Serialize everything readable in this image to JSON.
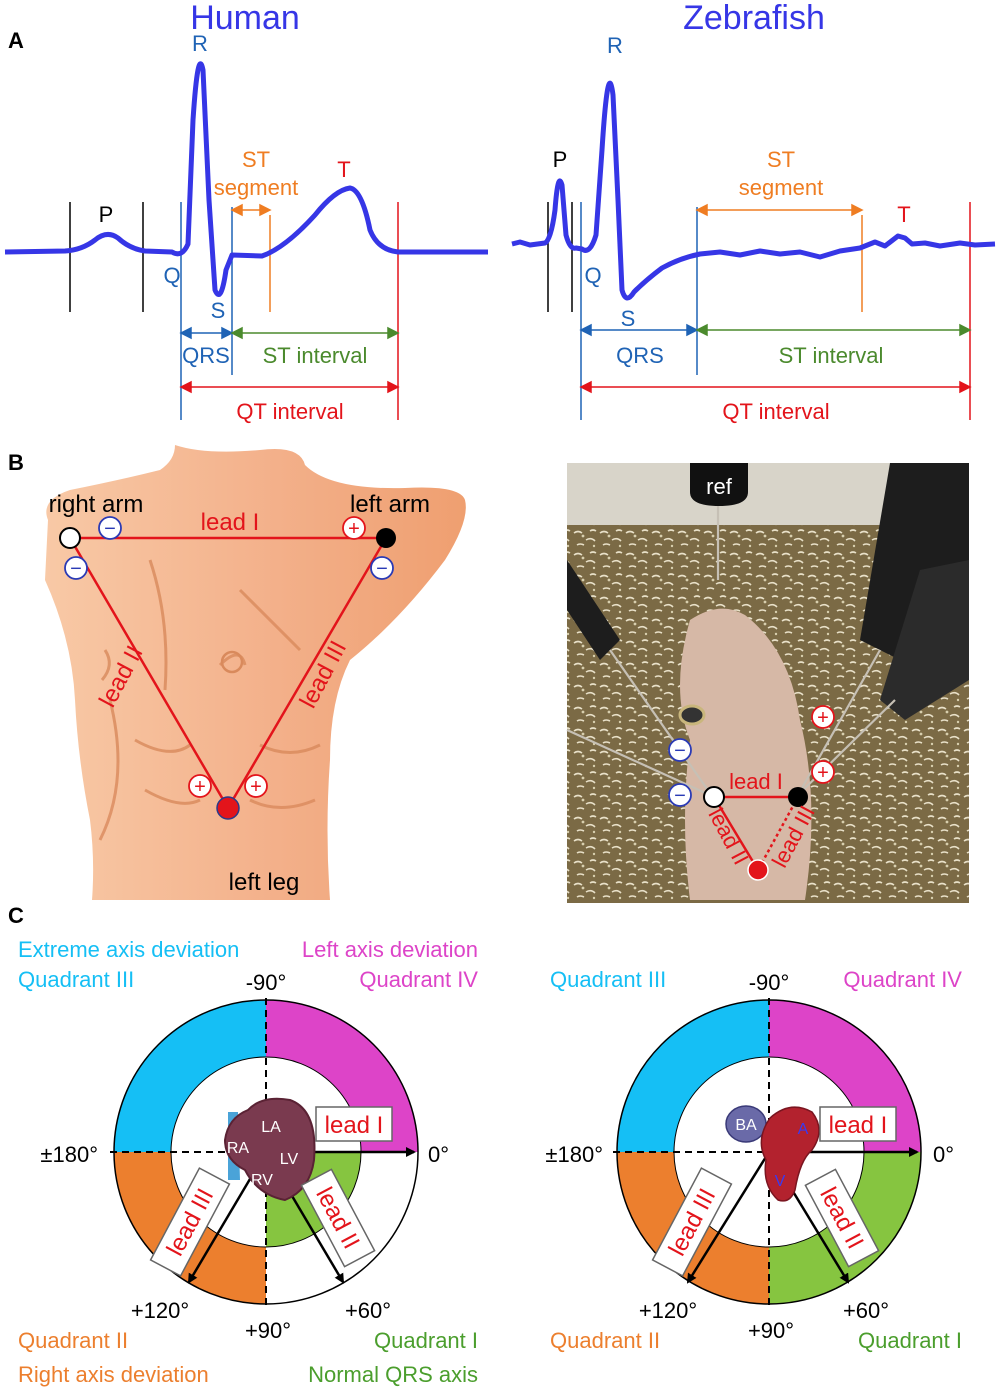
{
  "panels": {
    "a": "A",
    "b": "B",
    "c": "C"
  },
  "ecg": {
    "human": {
      "title": "Human",
      "waves": {
        "p": "P",
        "q": "Q",
        "r": "R",
        "s": "S",
        "t": "T"
      },
      "st_segment_1": "ST",
      "st_segment_2": "segment",
      "qrs": "QRS",
      "st_interval": "ST interval",
      "qt_interval": "QT interval"
    },
    "zebrafish": {
      "title": "Zebrafish",
      "waves": {
        "p": "P",
        "q": "Q",
        "r": "R",
        "s": "S",
        "t": "T"
      },
      "st_segment_1": "ST",
      "st_segment_2": "segment",
      "qrs": "QRS",
      "st_interval": "ST interval",
      "qt_interval": "QT interval"
    }
  },
  "leads_human": {
    "right_arm": "right arm",
    "left_arm": "left arm",
    "left_leg": "left leg",
    "lead_i": "lead I",
    "lead_ii": "lead II",
    "lead_iii": "lead III",
    "plus": "+",
    "minus": "−"
  },
  "leads_zebrafish": {
    "ref": "ref",
    "lead_i": "lead I",
    "lead_ii": "lead II",
    "lead_iii": "lead III",
    "plus": "+",
    "minus": "−"
  },
  "axis_human": {
    "extreme": "Extreme axis deviation",
    "left_dev": "Left axis deviation",
    "q3": "Quadrant III",
    "q4": "Quadrant IV",
    "q2": "Quadrant II",
    "q1": "Quadrant I",
    "right_dev": "Right axis deviation",
    "normal": "Normal QRS axis",
    "deg_m90": "-90°",
    "deg_180": "±180°",
    "deg_0": "0°",
    "deg_120": "+120°",
    "deg_60": "+60°",
    "deg_90": "+90°",
    "lead_i": "lead I",
    "lead_ii": "lead II",
    "lead_iii": "lead III",
    "heart": {
      "la": "LA",
      "ra": "RA",
      "lv": "LV",
      "rv": "RV"
    }
  },
  "axis_zebrafish": {
    "q3": "Quadrant III",
    "q4": "Quadrant IV",
    "q2": "Quadrant II",
    "q1": "Quadrant I",
    "deg_m90": "-90°",
    "deg_180": "±180°",
    "deg_0": "0°",
    "deg_120": "+120°",
    "deg_60": "+60°",
    "deg_90": "+90°",
    "lead_i": "lead I",
    "lead_ii": "lead II",
    "lead_iii": "lead III",
    "heart": {
      "ba": "BA",
      "a": "A",
      "v": "V"
    }
  },
  "colors": {
    "trace": "#3636e6",
    "red": "#e3141b",
    "blue_label": "#1f63b5",
    "orange": "#ef7d22",
    "green": "#4b8a2d",
    "cyan": "#15bff5",
    "magenta": "#dd44c8",
    "q2_orange": "#ec7f2e",
    "q1_green": "#86c540",
    "skin": "#f0a97a"
  }
}
